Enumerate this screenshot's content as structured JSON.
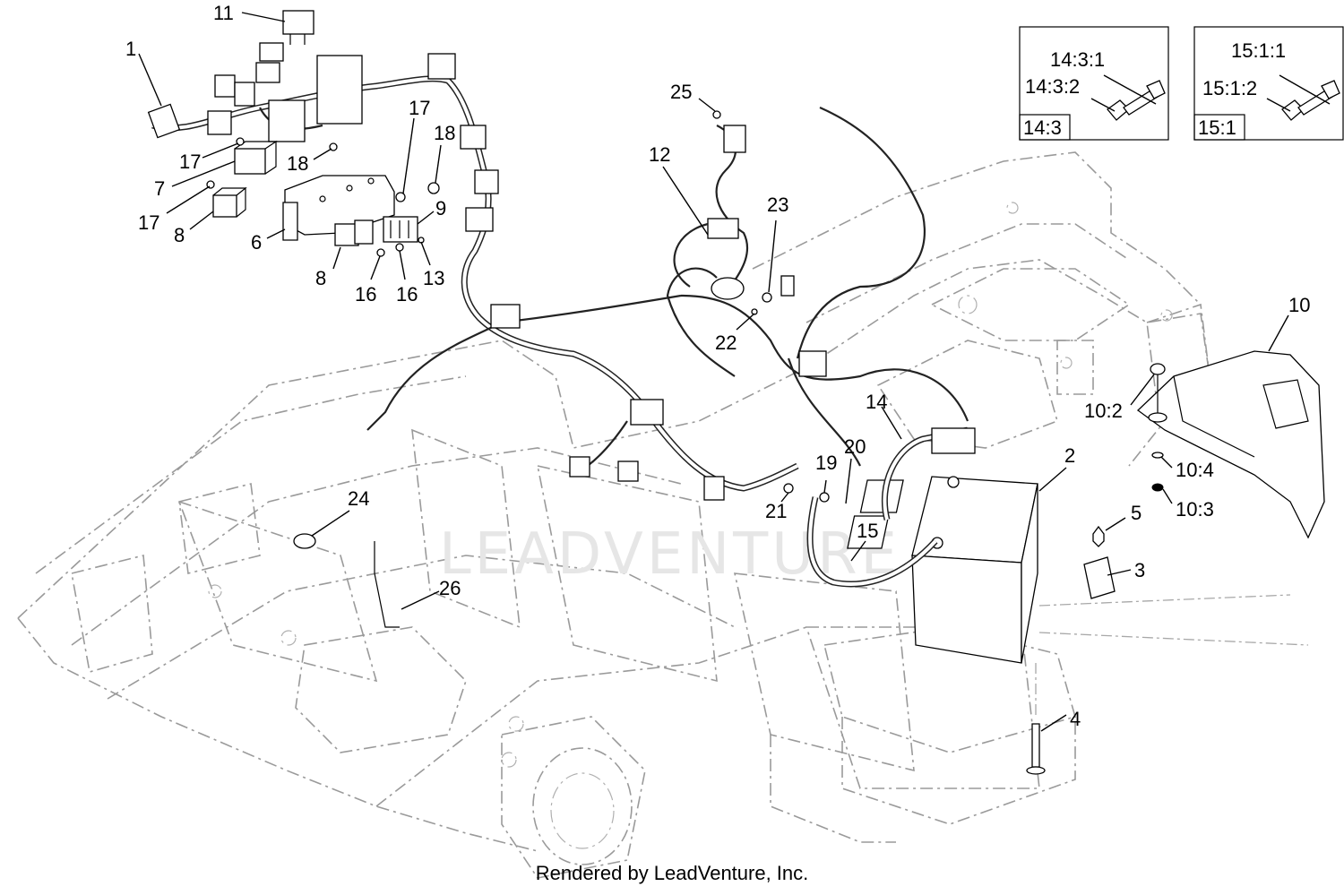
{
  "callouts": [
    {
      "id": "c1",
      "text": "1"
    },
    {
      "id": "c2",
      "text": "2"
    },
    {
      "id": "c3",
      "text": "3"
    },
    {
      "id": "c4",
      "text": "4"
    },
    {
      "id": "c5",
      "text": "5"
    },
    {
      "id": "c6",
      "text": "6"
    },
    {
      "id": "c7",
      "text": "7"
    },
    {
      "id": "c8a",
      "text": "8"
    },
    {
      "id": "c8b",
      "text": "8"
    },
    {
      "id": "c9",
      "text": "9"
    },
    {
      "id": "c10",
      "text": "10"
    },
    {
      "id": "c10_2",
      "text": "10:2"
    },
    {
      "id": "c10_4",
      "text": "10:4"
    },
    {
      "id": "c10_3",
      "text": "10:3"
    },
    {
      "id": "c11",
      "text": "11"
    },
    {
      "id": "c12",
      "text": "12"
    },
    {
      "id": "c13",
      "text": "13"
    },
    {
      "id": "c14",
      "text": "14"
    },
    {
      "id": "c15",
      "text": "15"
    },
    {
      "id": "c16a",
      "text": "16"
    },
    {
      "id": "c16b",
      "text": "16"
    },
    {
      "id": "c17a",
      "text": "17"
    },
    {
      "id": "c17b",
      "text": "17"
    },
    {
      "id": "c17c",
      "text": "17"
    },
    {
      "id": "c18a",
      "text": "18"
    },
    {
      "id": "c18b",
      "text": "18"
    },
    {
      "id": "c19",
      "text": "19"
    },
    {
      "id": "c20",
      "text": "20"
    },
    {
      "id": "c21",
      "text": "21"
    },
    {
      "id": "c22",
      "text": "22"
    },
    {
      "id": "c23",
      "text": "23"
    },
    {
      "id": "c24",
      "text": "24"
    },
    {
      "id": "c25",
      "text": "25"
    },
    {
      "id": "c26",
      "text": "26"
    }
  ],
  "detail_boxes": [
    {
      "id": "d14_3",
      "label": "14:3",
      "part_a": "14:3:1",
      "part_b": "14:3:2"
    },
    {
      "id": "d15_1",
      "label": "15:1",
      "part_a": "15:1:1",
      "part_b": "15:1:2"
    }
  ],
  "watermark": "LEADVENTURE",
  "footer": "Rendered by LeadVenture, Inc."
}
